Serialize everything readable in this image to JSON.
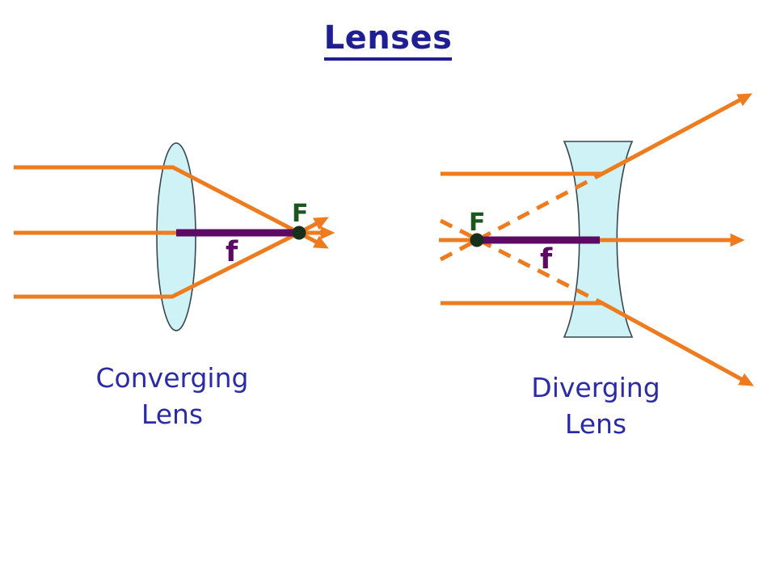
{
  "title": "Lenses",
  "converging": {
    "caption": "Converging Lens",
    "focal_point_label": "F",
    "focal_length_label": "f"
  },
  "diverging": {
    "caption": "Diverging Lens",
    "focal_point_label": "F",
    "focal_length_label": "f"
  },
  "colors": {
    "ray_orange": "#EE7B1E",
    "lens_fill": "#CEF2F5",
    "lens_outline": "#37474F",
    "focal_length_purple": "#5C0A64",
    "focal_point_label_green": "#1C5720",
    "focal_dot_dark": "#16301C",
    "title_navy": "#1F1F93",
    "caption_blue": "#2B2BA8",
    "background": "#FFFFFF"
  }
}
